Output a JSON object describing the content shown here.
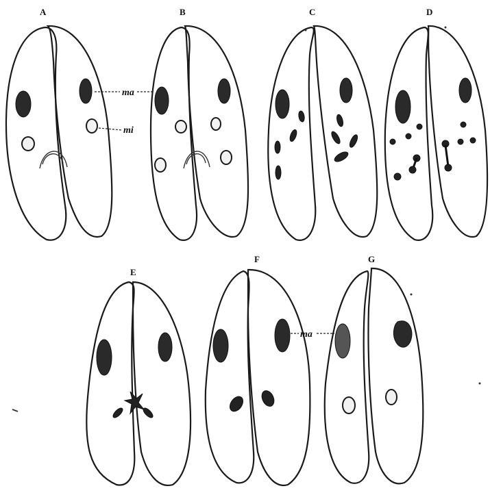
{
  "panels": [
    {
      "id": "A",
      "label": "A"
    },
    {
      "id": "B",
      "label": "B"
    },
    {
      "id": "C",
      "label": "C"
    },
    {
      "id": "D",
      "label": "D"
    },
    {
      "id": "E",
      "label": "E"
    },
    {
      "id": "F",
      "label": "F"
    },
    {
      "id": "G",
      "label": "G"
    }
  ],
  "annotations": {
    "macronucleus_A": "ma",
    "micronucleus_A": "mi",
    "macronucleus_F": "ma"
  }
}
